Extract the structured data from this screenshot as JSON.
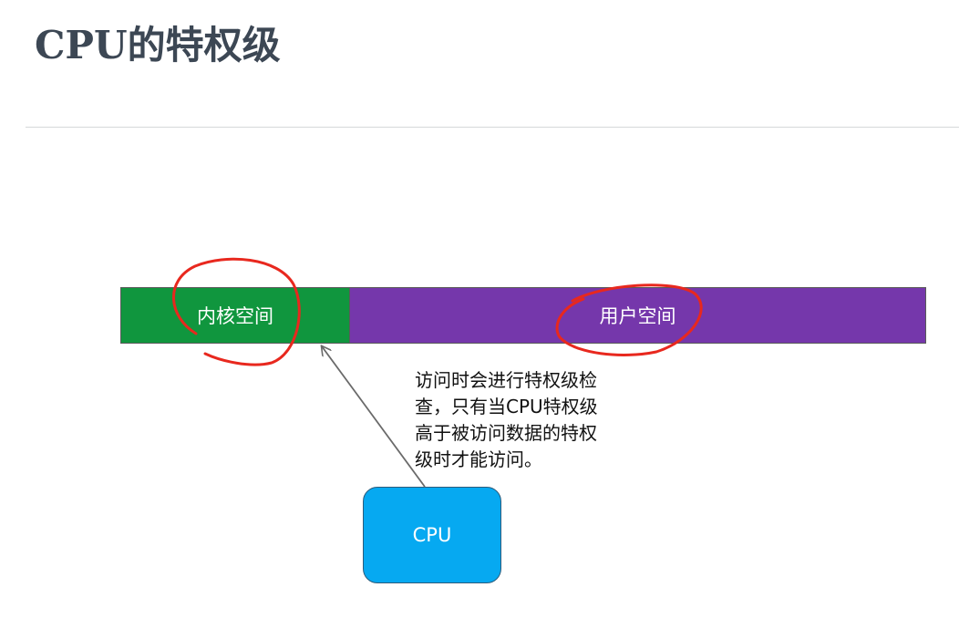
{
  "slide": {
    "title": "CPU的特权级"
  },
  "diagram": {
    "kernel_space": {
      "label": "内核空间",
      "color": "#10963e"
    },
    "user_space": {
      "label": "用户空间",
      "color": "#7537ab"
    },
    "cpu": {
      "label": "CPU",
      "color": "#06a9f1"
    },
    "note_lines": [
      "访问时会进行特权级检",
      "查，只有当CPU特权级",
      "高于被访问数据的特权",
      "级时才能访问。"
    ],
    "annotation_color": "#e8281e"
  }
}
